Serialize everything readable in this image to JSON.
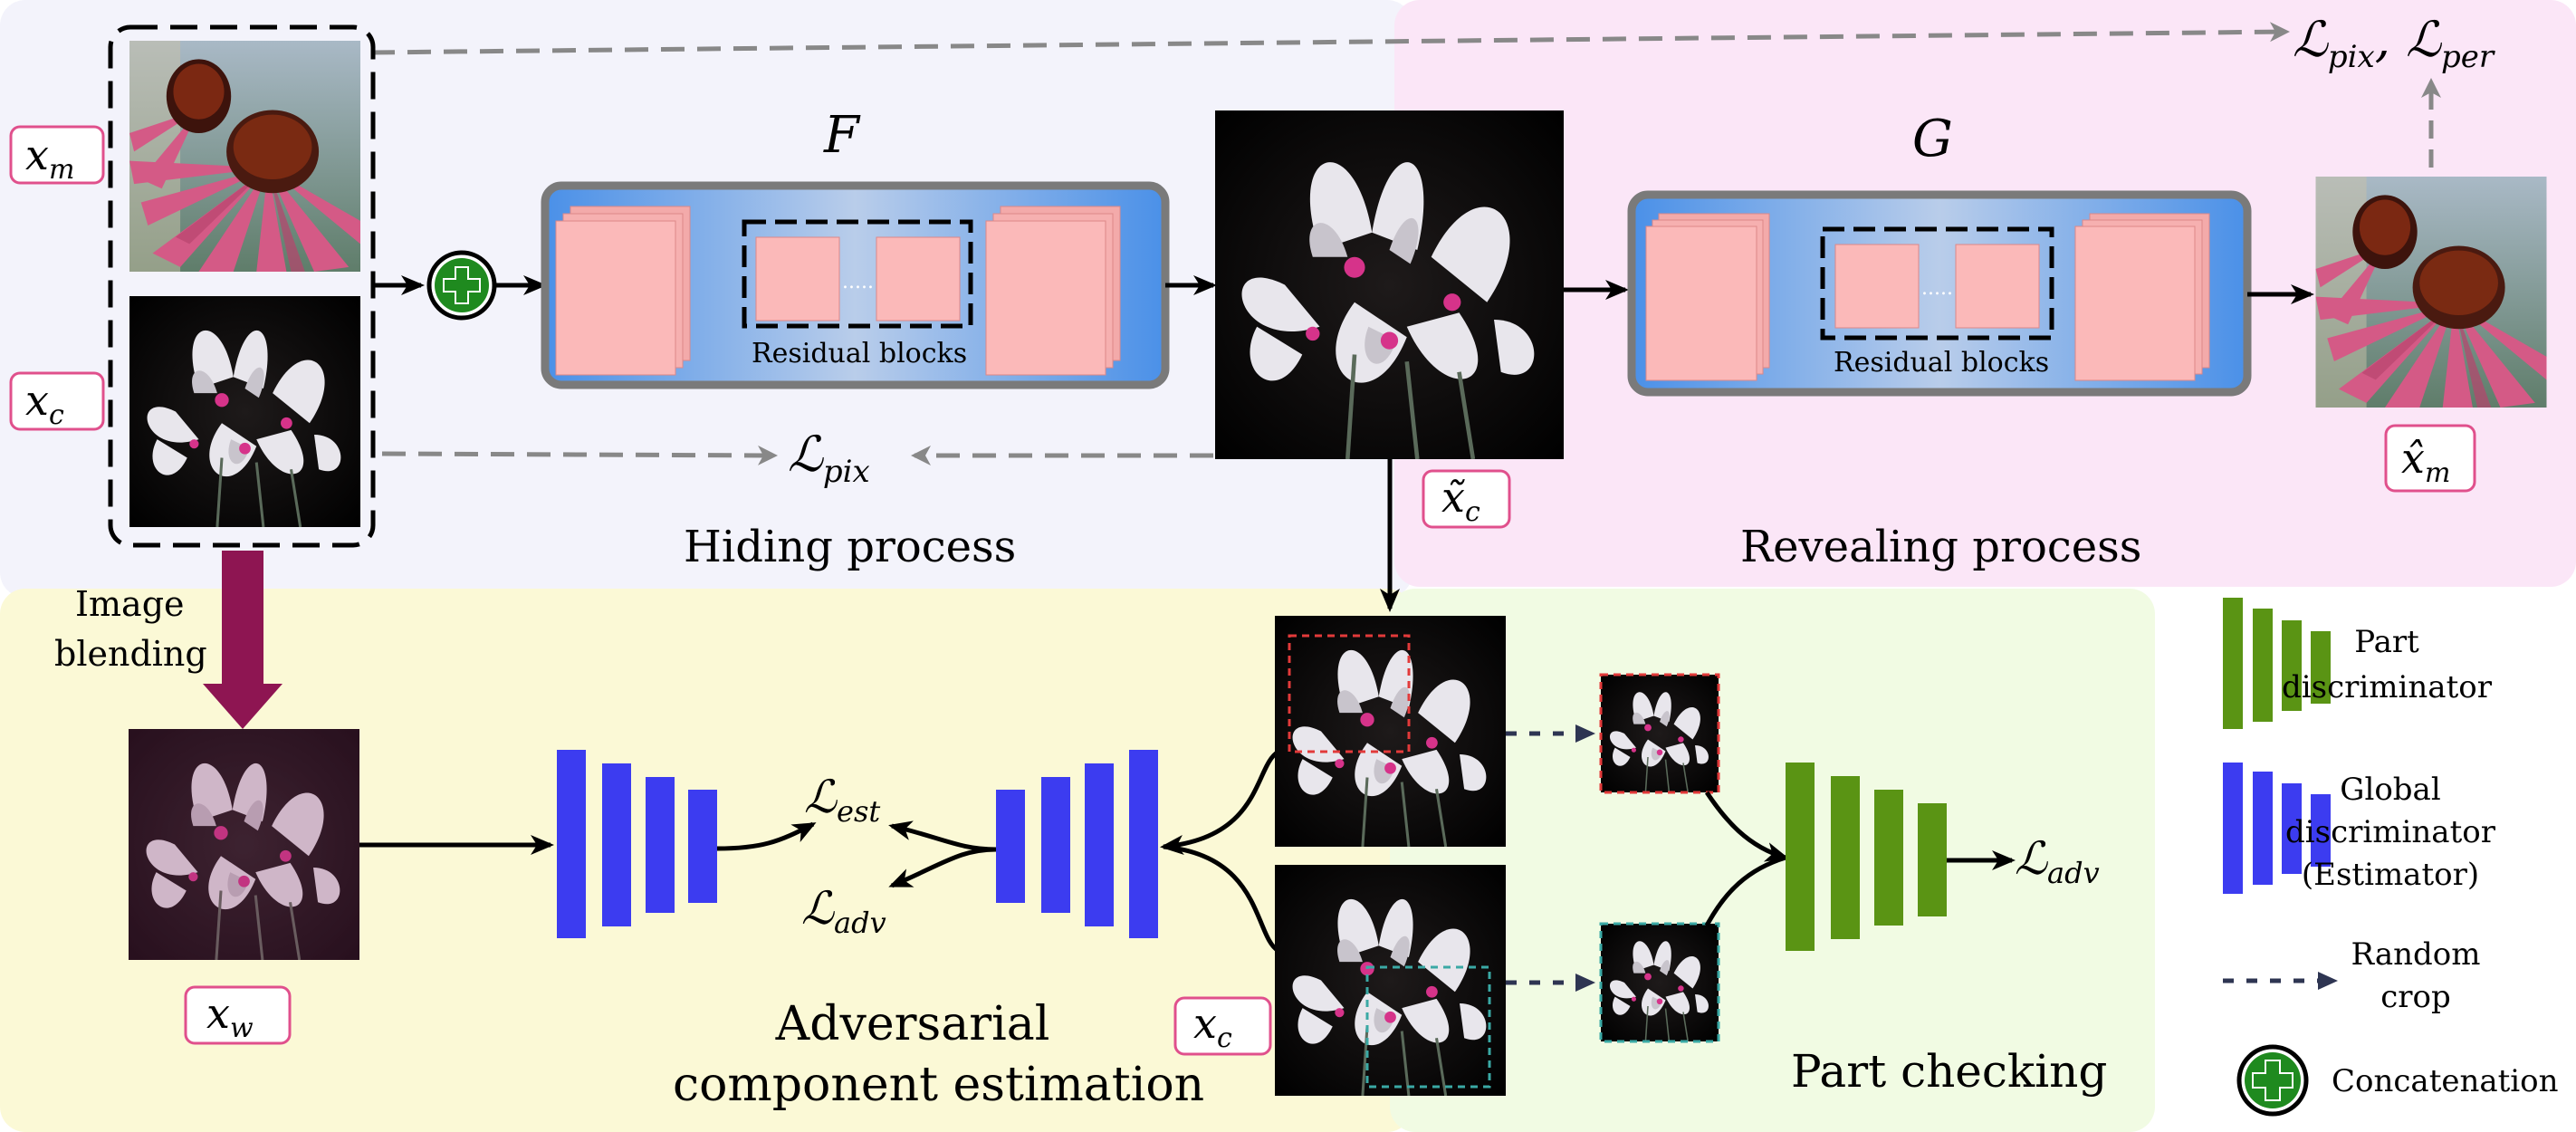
{
  "labels": {
    "x_m": "x",
    "x_m_sub": "m",
    "x_c": "x",
    "x_c_sub": "c",
    "x_c_tilde": "x̃",
    "x_c_tilde_sub": "c",
    "x_m_hat": "x̂",
    "x_m_hat_sub": "m",
    "x_w": "x",
    "x_w_sub": "w",
    "x_c2": "x",
    "x_c2_sub": "c"
  },
  "networks": {
    "F": "F",
    "G": "G",
    "residual_label_f": "Residual blocks",
    "residual_label_g": "Residual blocks",
    "dots": "....."
  },
  "losses": {
    "top_loss": "ℒ",
    "top_loss_sub1": "pix",
    "top_loss_sep": ", ℒ",
    "top_loss_sub2": "per",
    "mid_loss": "ℒ",
    "mid_loss_sub": "pix",
    "est_loss": "ℒ",
    "est_loss_sub": "est",
    "adv_loss": "ℒ",
    "adv_loss_sub": "adv",
    "adv_loss2": "ℒ",
    "adv_loss2_sub": "adv"
  },
  "regions": {
    "hiding": "Hiding process",
    "revealing": "Revealing process",
    "adversarial_l1": "Adversarial",
    "adversarial_l2": "component estimation",
    "part_checking": "Part checking",
    "image_blending_l1": "Image",
    "image_blending_l2": "blending"
  },
  "legend": {
    "part_l1": "Part",
    "part_l2": "discriminator",
    "global_l1": "Global",
    "global_l2": "discriminator",
    "global_l3": "(Estimator)",
    "crop_l1": "Random",
    "crop_l2": "crop",
    "concat": "Concatenation"
  },
  "colors": {
    "hiding_bg": "#f3f3fb",
    "revealing_bg": "#fbe6f7",
    "adversarial_bg": "#fbf9d6",
    "part_bg": "#f1fbe3",
    "blue_disc": "#3c3cf0",
    "green_disc": "#5a9414",
    "block_pink": "#fbb9b9",
    "blend_arrow": "#8e1552",
    "label_border": "#e0508c"
  }
}
